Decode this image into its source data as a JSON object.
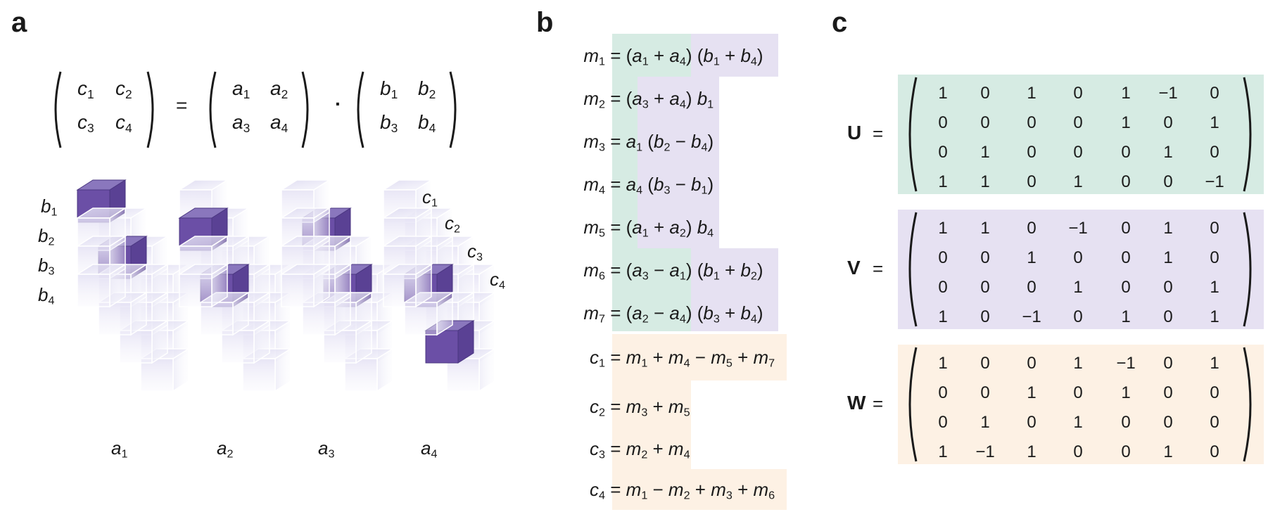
{
  "panels": {
    "a": "a",
    "b": "b",
    "c": "c"
  },
  "panel_a": {
    "c_matrix": [
      "c1",
      "c2",
      "c3",
      "c4"
    ],
    "a_matrix": [
      "a1",
      "a2",
      "a3",
      "a4"
    ],
    "b_matrix": [
      "b1",
      "b2",
      "b3",
      "b4"
    ],
    "equals": "=",
    "dot": "·",
    "b_labels": [
      "b1",
      "b2",
      "b3",
      "b4"
    ],
    "c_labels": [
      "c1",
      "c2",
      "c3",
      "c4"
    ],
    "a_labels": [
      "a1",
      "a2",
      "a3",
      "a4"
    ],
    "highlight_color": "#6b4fa6"
  },
  "panel_b": {
    "colors": {
      "green": "#d6ebe3",
      "purple": "#e6e1f2",
      "peach": "#fdf1e4"
    },
    "m_equations": [
      {
        "lhs": "m1",
        "a_part": "(a1 + a4)",
        "b_part": "(b1 + b4)"
      },
      {
        "lhs": "m2",
        "a_part": "(a3 + a4)",
        "b_part": "b1"
      },
      {
        "lhs": "m3",
        "a_part": "a1",
        "b_part": "(b2 − b4)"
      },
      {
        "lhs": "m4",
        "a_part": "a4",
        "b_part": "(b3 − b1)"
      },
      {
        "lhs": "m5",
        "a_part": "(a1 + a2)",
        "b_part": "b4"
      },
      {
        "lhs": "m6",
        "a_part": "(a3 − a1)",
        "b_part": "(b1 + b2)"
      },
      {
        "lhs": "m7",
        "a_part": "(a2 − a4)",
        "b_part": "(b3 + b4)"
      }
    ],
    "c_equations": [
      {
        "lhs": "c1",
        "rhs": "m1 + m4 − m5 + m7"
      },
      {
        "lhs": "c2",
        "rhs": "m3 + m5"
      },
      {
        "lhs": "c3",
        "rhs": "m2 + m4"
      },
      {
        "lhs": "c4",
        "rhs": "m1 − m2 + m3 + m6"
      }
    ]
  },
  "panel_c": {
    "equals": "=",
    "matrices": [
      {
        "name": "U",
        "color": "#d6ebe3",
        "rows": [
          [
            "1",
            "0",
            "1",
            "0",
            "1",
            "−1",
            "0"
          ],
          [
            "0",
            "0",
            "0",
            "0",
            "1",
            "0",
            "1"
          ],
          [
            "0",
            "1",
            "0",
            "0",
            "0",
            "1",
            "0"
          ],
          [
            "1",
            "1",
            "0",
            "1",
            "0",
            "0",
            "−1"
          ]
        ]
      },
      {
        "name": "V",
        "color": "#e6e1f2",
        "rows": [
          [
            "1",
            "1",
            "0",
            "−1",
            "0",
            "1",
            "0"
          ],
          [
            "0",
            "0",
            "1",
            "0",
            "0",
            "1",
            "0"
          ],
          [
            "0",
            "0",
            "0",
            "1",
            "0",
            "0",
            "1"
          ],
          [
            "1",
            "0",
            "−1",
            "0",
            "1",
            "0",
            "1"
          ]
        ]
      },
      {
        "name": "W",
        "color": "#fdf1e4",
        "rows": [
          [
            "1",
            "0",
            "0",
            "1",
            "−1",
            "0",
            "1"
          ],
          [
            "0",
            "0",
            "1",
            "0",
            "1",
            "0",
            "0"
          ],
          [
            "0",
            "1",
            "0",
            "1",
            "0",
            "0",
            "0"
          ],
          [
            "1",
            "−1",
            "1",
            "0",
            "0",
            "1",
            "0"
          ]
        ]
      }
    ]
  }
}
